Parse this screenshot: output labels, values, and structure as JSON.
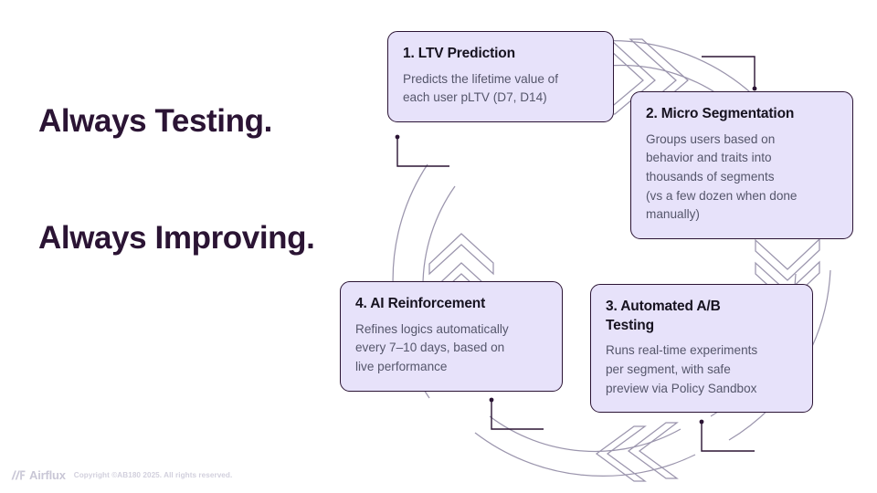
{
  "headline": {
    "line1": "Always Testing.",
    "line2": "Always Improving."
  },
  "colors": {
    "headline": "#2b1434",
    "card_background": "#e7e2fa",
    "card_border": "#2b1434",
    "card_title": "#16121f",
    "card_body": "#55566b",
    "ring_stroke": "#9b95ad",
    "connector": "#2b1434",
    "footer_text": "#c9c7d6",
    "page_background": "#ffffff"
  },
  "cycle": {
    "cards": [
      {
        "id": "card-1",
        "title": "1. LTV Prediction",
        "body": "Predicts the lifetime value of\neach user pLTV (D7, D14)"
      },
      {
        "id": "card-2",
        "title": "2. Micro Segmentation",
        "body": "Groups users based on\nbehavior and traits into\nthousands of segments\n(vs a few dozen when done\nmanually)"
      },
      {
        "id": "card-3",
        "title": "3. Automated A/B\nTesting",
        "body": "Runs real-time experiments\nper segment, with safe\npreview via Policy Sandbox"
      },
      {
        "id": "card-4",
        "title": "4. AI Reinforcement",
        "body": "Refines logics automatically\nevery 7–10 days, based on\nlive performance"
      }
    ]
  },
  "footer": {
    "brand": "Airflux",
    "logo_icon": "airflux-mark-icon",
    "copyright": "Copyright ©AB180 2025. All rights reserved."
  }
}
